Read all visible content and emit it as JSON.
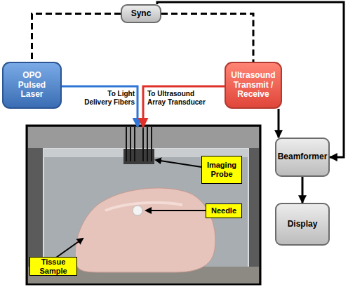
{
  "diagram": {
    "nodes": [
      {
        "text": [
          "Sync"
        ]
      },
      {
        "text": [
          "OPO Pulsed Laser"
        ]
      },
      {
        "text": [
          "Ultrasound Transmit / Receive"
        ]
      },
      {
        "text": [
          "Beamformer"
        ]
      },
      {
        "text": [
          "Display"
        ]
      },
      {
        "text": [
          "Imaging Probe"
        ]
      },
      {
        "text": [
          "Needle"
        ]
      },
      {
        "text": [
          "Tissue Sample"
        ]
      }
    ],
    "edges": [
      {
        "from": 0,
        "to": 1,
        "arrow": "none"
      },
      {
        "from": 0,
        "to": 2,
        "arrow": "none"
      },
      {
        "from": 0,
        "to": 3,
        "arrow": "to"
      },
      {
        "from": 2,
        "to": 3,
        "arrow": "to"
      },
      {
        "from": 3,
        "to": 4,
        "arrow": "to"
      }
    ],
    "labels": [
      "To Light Delivery Fibers",
      "To Ultrasound Array Transducer"
    ]
  }
}
